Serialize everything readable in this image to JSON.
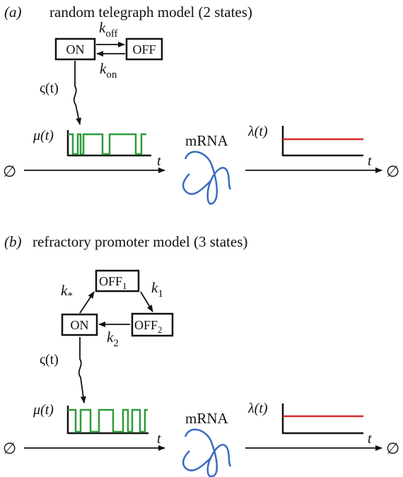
{
  "panel_a": {
    "label": "(a)",
    "title": "random telegraph model (2 states)",
    "states": {
      "on": "ON",
      "off": "OFF"
    },
    "rates": {
      "off": "k",
      "off_sub": "off",
      "on": "k",
      "on_sub": "on"
    },
    "signal": "ς(t)",
    "mu_label": "μ(t)",
    "lambda_label": "λ(t)",
    "time_label": "t",
    "empty_set": "∅",
    "mrna": "mRNA"
  },
  "panel_b": {
    "label": "(b)",
    "title": "refractory promoter model (3 states)",
    "states": {
      "on": "ON",
      "off1": "OFF",
      "off1_sub": "1",
      "off2": "OFF",
      "off2_sub": "2"
    },
    "rates": {
      "k_star": "k",
      "k_star_sub": "*",
      "k1": "k",
      "k1_sub": "1",
      "k2": "k",
      "k2_sub": "2"
    },
    "signal": "ς(t)",
    "mu_label": "μ(t)",
    "lambda_label": "λ(t)",
    "time_label": "t",
    "empty_set": "∅",
    "mrna": "mRNA"
  },
  "colors": {
    "promoter_trace": "#2e9b3a",
    "degradation_rate": "#d12a2a",
    "mrna_strand": "#3a6cc0",
    "ink": "#111111"
  }
}
